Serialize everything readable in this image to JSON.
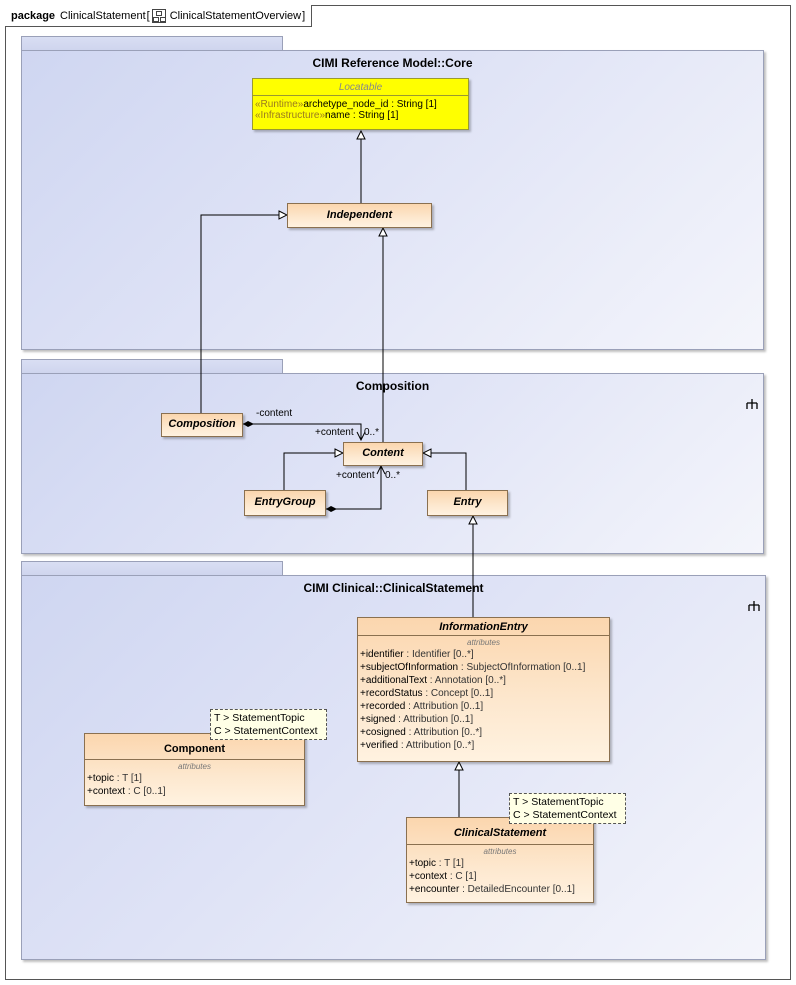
{
  "frame": {
    "keyword": "package",
    "package_name": "ClinicalStatement",
    "diagram_name": "ClinicalStatementOverview"
  },
  "packages": {
    "core": {
      "title": "CIMI Reference Model::Core"
    },
    "composition": {
      "title": "Composition"
    },
    "clinical": {
      "title": "CIMI Clinical::ClinicalStatement"
    }
  },
  "classes": {
    "locatable": {
      "name": "Locatable",
      "attributes": [
        {
          "stereotype": "«Runtime»",
          "text": "archetype_node_id : String [1]"
        },
        {
          "stereotype": "«Infrastructure»",
          "text": "name : String [1]"
        }
      ]
    },
    "independent": {
      "name": "Independent"
    },
    "composition": {
      "name": "Composition"
    },
    "content": {
      "name": "Content"
    },
    "entrygroup": {
      "name": "EntryGroup"
    },
    "entry": {
      "name": "Entry"
    },
    "information_entry": {
      "name": "InformationEntry",
      "compartment_title": "attributes",
      "attributes": [
        {
          "name": "+identifier",
          "type": " : Identifier [0..*]"
        },
        {
          "name": "+subjectOfInformation",
          "type": " : SubjectOfInformation [0..1]"
        },
        {
          "name": "+additionalText",
          "type": " : Annotation [0..*]"
        },
        {
          "name": "+recordStatus",
          "type": " : Concept [0..1]"
        },
        {
          "name": "+recorded",
          "type": " : Attribution [0..1]"
        },
        {
          "name": "+signed",
          "type": " : Attribution [0..1]"
        },
        {
          "name": "+cosigned",
          "type": " : Attribution [0..*]"
        },
        {
          "name": "+verified",
          "type": " : Attribution [0..*]"
        }
      ]
    },
    "component": {
      "name": "Component",
      "compartment_title": "attributes",
      "template_params": [
        "T > StatementTopic",
        "C > StatementContext"
      ],
      "attributes": [
        {
          "name": "+topic",
          "type": " : T [1]"
        },
        {
          "name": "+context",
          "type": " : C [0..1]"
        }
      ]
    },
    "clinical_statement": {
      "name": "ClinicalStatement",
      "compartment_title": "attributes",
      "template_params": [
        "T > StatementTopic",
        "C > StatementContext"
      ],
      "attributes": [
        {
          "name": "+topic",
          "type": " : T [1]"
        },
        {
          "name": "+context",
          "type": " : C [1]"
        },
        {
          "name": "+encounter",
          "type": " : DetailedEncounter [0..1]"
        }
      ]
    }
  },
  "associations": {
    "composition_content": {
      "source_role": "-content",
      "target_role": "+content",
      "multiplicity": "0..*"
    },
    "entrygroup_content": {
      "target_role": "+content",
      "multiplicity": "0..*"
    }
  }
}
